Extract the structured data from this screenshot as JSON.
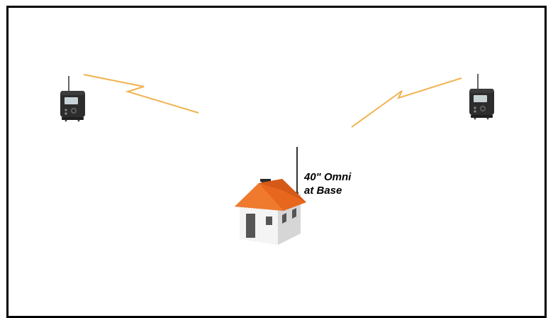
{
  "diagram": {
    "base_antenna": {
      "label_line1": "40\" Omni",
      "label_line2": "at Base"
    },
    "colors": {
      "signal_link": "#f0b350",
      "roof": "#e8671f",
      "walls": "#f4f4f4",
      "device_body": "#2d2d2d",
      "device_screen": "#c9d2d6",
      "frame": "#000000"
    },
    "icons": [
      "remote-sensor-icon",
      "radio-signal-link",
      "house-icon",
      "omni-antenna-icon"
    ]
  }
}
